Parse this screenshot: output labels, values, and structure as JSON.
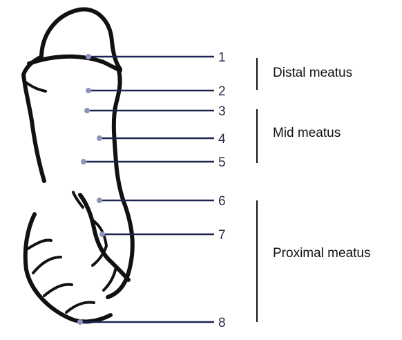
{
  "markers": [
    {
      "number": "1"
    },
    {
      "number": "2"
    },
    {
      "number": "3"
    },
    {
      "number": "4"
    },
    {
      "number": "5"
    },
    {
      "number": "6"
    },
    {
      "number": "7"
    },
    {
      "number": "8"
    }
  ],
  "regions": [
    {
      "label": "Distal meatus"
    },
    {
      "label": "Mid meatus"
    },
    {
      "label": "Proximal meatus"
    }
  ],
  "colors": {
    "leader": "#1e2250",
    "dot": "#8e93bd",
    "outline": "#111111"
  }
}
